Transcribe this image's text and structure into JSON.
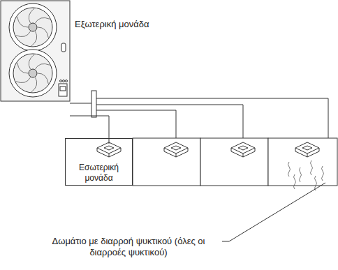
{
  "diagram": {
    "nodes": [
      {
        "text": [
          "Εξωτερική μονάδα"
        ]
      },
      {
        "text": [
          "Εσωτερική μονάδα"
        ]
      }
    ],
    "edges": [
      {
        "from": 0,
        "to": 1,
        "arrow": "none"
      }
    ],
    "labels": [
      "Δωμάτιο με διαρροή ψυκτικού (όλες οι διαρροές ψυκτικού)"
    ]
  }
}
